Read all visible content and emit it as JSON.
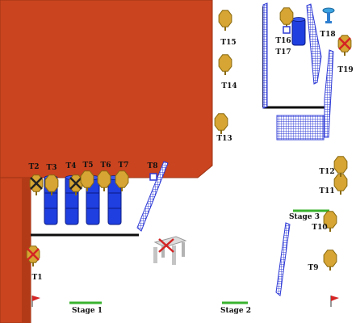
{
  "colors": {
    "building": "#c9441f",
    "building_edge": "#9d3415",
    "target_fill": "#d6a533",
    "target_edge": "#8a6a10",
    "barrel": "#1f3fe0",
    "barrel_edge": "#0b1a80",
    "mesh": "#2f3bd6",
    "wall": "#0d0d0d",
    "start_line": "#39b22e",
    "no_shoot": "#d42424",
    "x_dark": "#222222",
    "table": "#c4c4c4",
    "flag": "#d42424"
  },
  "targets": [
    {
      "id": "t1",
      "label": "T1",
      "mark": "no-shoot"
    },
    {
      "id": "t2",
      "label": "T2",
      "mark": "hard-cover"
    },
    {
      "id": "t3",
      "label": "T3",
      "mark": "none"
    },
    {
      "id": "t4",
      "label": "T4",
      "mark": "hard-cover"
    },
    {
      "id": "t5",
      "label": "T5",
      "mark": "none"
    },
    {
      "id": "t6",
      "label": "T6",
      "mark": "none"
    },
    {
      "id": "t7",
      "label": "T7",
      "mark": "none"
    },
    {
      "id": "t8",
      "label": "T8",
      "mark": "popper"
    },
    {
      "id": "t9",
      "label": "T9",
      "mark": "none"
    },
    {
      "id": "t10",
      "label": "T10",
      "mark": "none"
    },
    {
      "id": "t11",
      "label": "T11",
      "mark": "none"
    },
    {
      "id": "t12",
      "label": "T12",
      "mark": "none"
    },
    {
      "id": "t13",
      "label": "T13",
      "mark": "none"
    },
    {
      "id": "t14",
      "label": "T14",
      "mark": "none"
    },
    {
      "id": "t15",
      "label": "T15",
      "mark": "none"
    },
    {
      "id": "t16",
      "label": "T16",
      "mark": "none"
    },
    {
      "id": "t17",
      "label": "T17",
      "mark": "popper"
    },
    {
      "id": "t18",
      "label": "T18",
      "mark": "popper-steel"
    },
    {
      "id": "t19",
      "label": "T19",
      "mark": "no-shoot"
    }
  ],
  "stages": [
    {
      "id": "stage-1",
      "label": "Stage 1"
    },
    {
      "id": "stage-2",
      "label": "Stage 2"
    },
    {
      "id": "stage-3",
      "label": "Stage 3"
    }
  ],
  "icons": {
    "table": "table-icon",
    "flag": "flag-icon",
    "no_shoot": "no-shoot-x-icon",
    "barrel": "barrel-icon"
  }
}
